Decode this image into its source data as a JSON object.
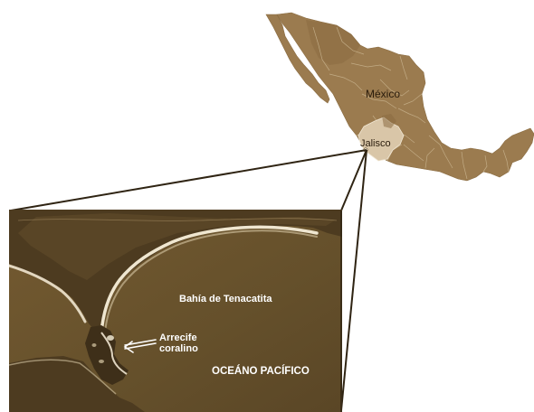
{
  "map": {
    "labels": {
      "country": "México",
      "state": "Jalisco",
      "bay": "Bahía de Tenacatita",
      "reef_line1": "Arrecife",
      "reef_line2": "coralino",
      "ocean": "OCEÁNO PACÍFICO"
    },
    "colors": {
      "land": "#9b7b4f",
      "land_dark": "#7d6039",
      "state_highlight": "#d9c6a8",
      "borders": "#c9b48f",
      "satellite_ocean": "#6b532d",
      "satellite_land": "#4d3b20",
      "surf": "#efe6d0",
      "connector": "#2f2413"
    }
  }
}
